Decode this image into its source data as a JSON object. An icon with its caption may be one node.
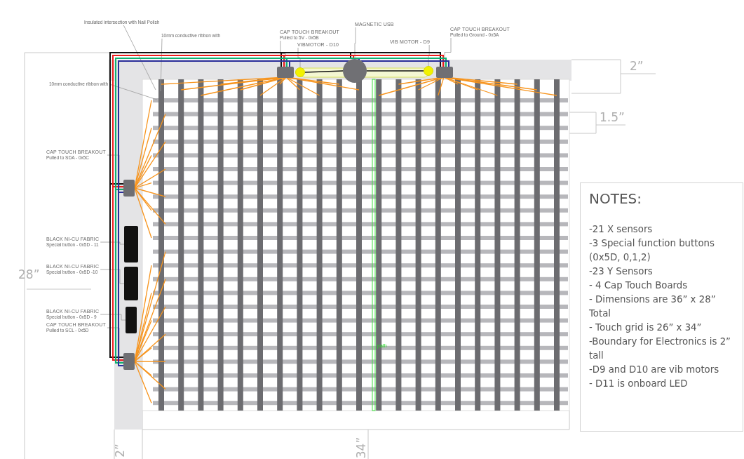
{
  "diagram": {
    "nodes": [
      {
        "text": [
          "Insulated intersection with Nail Polish"
        ]
      },
      {
        "text": [
          "10mm conductive ribbon with"
        ]
      },
      {
        "text": [
          "10mm conductive ribbon with"
        ]
      },
      {
        "text": [
          "CAP TOUCH BREAKOUT",
          "Pulled to 5V - 0x5B"
        ]
      },
      {
        "text": [
          "VIBMOTOR - D10"
        ]
      },
      {
        "text": [
          "MAGNETIC USB"
        ]
      },
      {
        "text": [
          "VIB MOTOR - D9"
        ]
      },
      {
        "text": [
          "CAP TOUCH BREAKOUT",
          "Pulled to Ground - 0x5A"
        ]
      },
      {
        "text": [
          "CAP TOUCH BREAKOUT",
          "Pulled to SDA - 0x5C"
        ]
      },
      {
        "text": [
          "BLACK NI-CU FABRIC",
          "Special button - 0x5D - 11"
        ]
      },
      {
        "text": [
          "BLACK NI-CU FABRIC",
          "Special button - 0x5D -10"
        ]
      },
      {
        "text": [
          "BLACK NI-CU FABRIC",
          "Special button - 0x5D - 9"
        ]
      },
      {
        "text": [
          "CAP TOUCH BREAKOUT",
          "Pulled to SCL - 0x5D"
        ]
      },
      {
        "text": [],
        "shape": "box"
      },
      {
        "text": [],
        "shape": "circle"
      },
      {
        "text": [],
        "shape": "circle"
      },
      {
        "text": [],
        "shape": "circle"
      },
      {
        "text": [],
        "shape": "box"
      },
      {
        "text": [],
        "shape": "box"
      },
      {
        "text": [],
        "shape": "box"
      },
      {
        "text": [],
        "shape": "box"
      },
      {
        "text": [],
        "shape": "box"
      },
      {
        "text": [],
        "shape": "box"
      },
      {
        "text": [
          "NOTES:",
          "-21 X sensors",
          "-3 Special function buttons (0x5D, 0,1,2)",
          "-23 Y Sensors",
          "- 4 Cap Touch Boards",
          "- Dimensions are 36” x 28” Total",
          "- Touch grid is 26” x 34”",
          "-Boundary for Electronics is 2” tall",
          "-D9 and D10 are vib motors",
          "- D11 is onboard LED"
        ]
      }
    ],
    "edges": [
      {
        "from": 0,
        "to": null,
        "arrow": "none"
      },
      {
        "from": 1,
        "to": null,
        "arrow": "none"
      },
      {
        "from": 2,
        "to": null,
        "arrow": "none"
      },
      {
        "from": 3,
        "to": 13,
        "arrow": "none"
      },
      {
        "from": 4,
        "to": 14,
        "arrow": "none"
      },
      {
        "from": 5,
        "to": 15,
        "arrow": "none"
      },
      {
        "from": 6,
        "to": 16,
        "arrow": "none"
      },
      {
        "from": 7,
        "to": 17,
        "arrow": "none"
      },
      {
        "from": 8,
        "to": 18,
        "arrow": "none"
      },
      {
        "from": 9,
        "to": 19,
        "arrow": "none"
      },
      {
        "from": 10,
        "to": 20,
        "arrow": "none"
      },
      {
        "from": 11,
        "to": 21,
        "arrow": "none"
      },
      {
        "from": 12,
        "to": 22,
        "arrow": "none"
      },
      {
        "from": 15,
        "to": 13,
        "arrow": "none",
        "color": "#111111"
      },
      {
        "from": 15,
        "to": 17,
        "arrow": "none",
        "color": "#111111"
      },
      {
        "from": 15,
        "to": 18,
        "arrow": "none",
        "color": "#111111"
      },
      {
        "from": 15,
        "to": 22,
        "arrow": "none",
        "color": "#111111"
      },
      {
        "from": 14,
        "to": 15,
        "arrow": "none",
        "color": "#111111"
      },
      {
        "from": 15,
        "to": 16,
        "arrow": "none",
        "color": "#111111"
      }
    ],
    "labels": [
      "2”",
      "1.5”",
      "28”",
      "path",
      "2”",
      "34”"
    ]
  }
}
